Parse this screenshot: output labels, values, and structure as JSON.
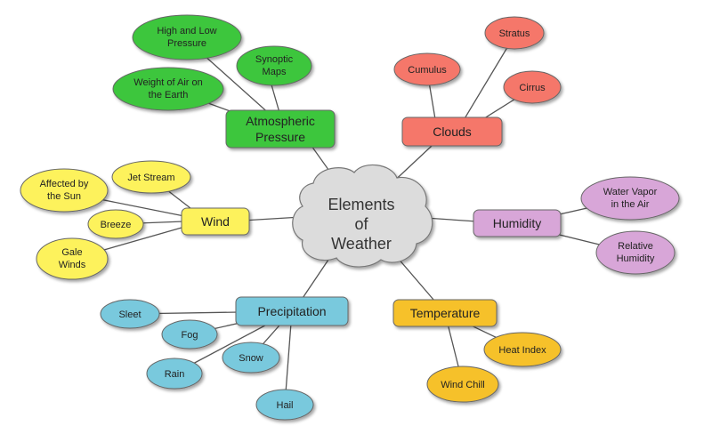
{
  "center": {
    "lines": [
      "Elements",
      "of",
      "Weather"
    ]
  },
  "categories": {
    "atmospheric": {
      "lines": [
        "Atmospheric",
        "Pressure"
      ]
    },
    "clouds": {
      "lines": [
        "Clouds"
      ]
    },
    "wind": {
      "lines": [
        "Wind"
      ]
    },
    "humidity": {
      "lines": [
        "Humidity"
      ]
    },
    "precipitation": {
      "lines": [
        "Precipitation"
      ]
    },
    "temperature": {
      "lines": [
        "Temperature"
      ]
    }
  },
  "leaves": {
    "high_low": {
      "lines": [
        "High and Low",
        "Pressure"
      ]
    },
    "synoptic": {
      "lines": [
        "Synoptic",
        "Maps"
      ]
    },
    "weight_air": {
      "lines": [
        "Weight of Air on",
        "the Earth"
      ]
    },
    "stratus": {
      "lines": [
        "Stratus"
      ]
    },
    "cumulus": {
      "lines": [
        "Cumulus"
      ]
    },
    "cirrus": {
      "lines": [
        "Cirrus"
      ]
    },
    "affected_sun": {
      "lines": [
        "Affected by",
        "the Sun"
      ]
    },
    "jet_stream": {
      "lines": [
        "Jet Stream"
      ]
    },
    "breeze": {
      "lines": [
        "Breeze"
      ]
    },
    "gale_winds": {
      "lines": [
        "Gale",
        "Winds"
      ]
    },
    "water_vapor": {
      "lines": [
        "Water Vapor",
        "in the Air"
      ]
    },
    "relative_humidity": {
      "lines": [
        "Relative",
        "Humidity"
      ]
    },
    "sleet": {
      "lines": [
        "Sleet"
      ]
    },
    "fog": {
      "lines": [
        "Fog"
      ]
    },
    "snow": {
      "lines": [
        "Snow"
      ]
    },
    "rain": {
      "lines": [
        "Rain"
      ]
    },
    "hail": {
      "lines": [
        "Hail"
      ]
    },
    "heat_index": {
      "lines": [
        "Heat Index"
      ]
    },
    "wind_chill": {
      "lines": [
        "Wind Chill"
      ]
    }
  },
  "colors": {
    "green": "#3cc63c",
    "red": "#f5776a",
    "yellow": "#fdf25b",
    "purple": "#d8a6d8",
    "blue": "#79c9dd",
    "orange": "#f6c12a",
    "cloud": "#dcdcdc"
  }
}
